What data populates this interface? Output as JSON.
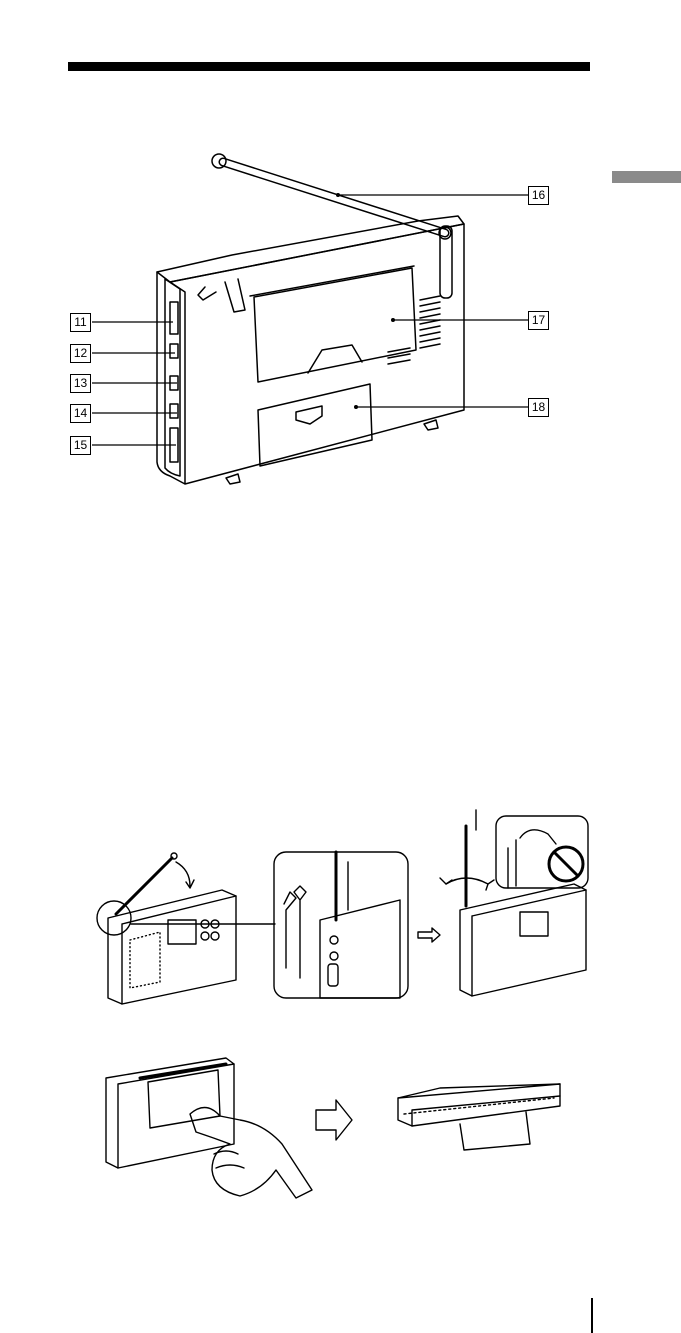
{
  "callouts": {
    "c11": "11",
    "c12": "12",
    "c13": "13",
    "c14": "14",
    "c15": "15",
    "c16": "16",
    "c17": "17",
    "c18": "18"
  },
  "colors": {
    "ink": "#000000",
    "tab_gray": "#8a8a8a",
    "paper": "#ffffff"
  },
  "icons": [
    "radio-rear-view-illustration",
    "antenna-extend-illustration",
    "no-entry-icon",
    "arrow-right-icon",
    "stand-open-illustration",
    "hand-illustration"
  ]
}
